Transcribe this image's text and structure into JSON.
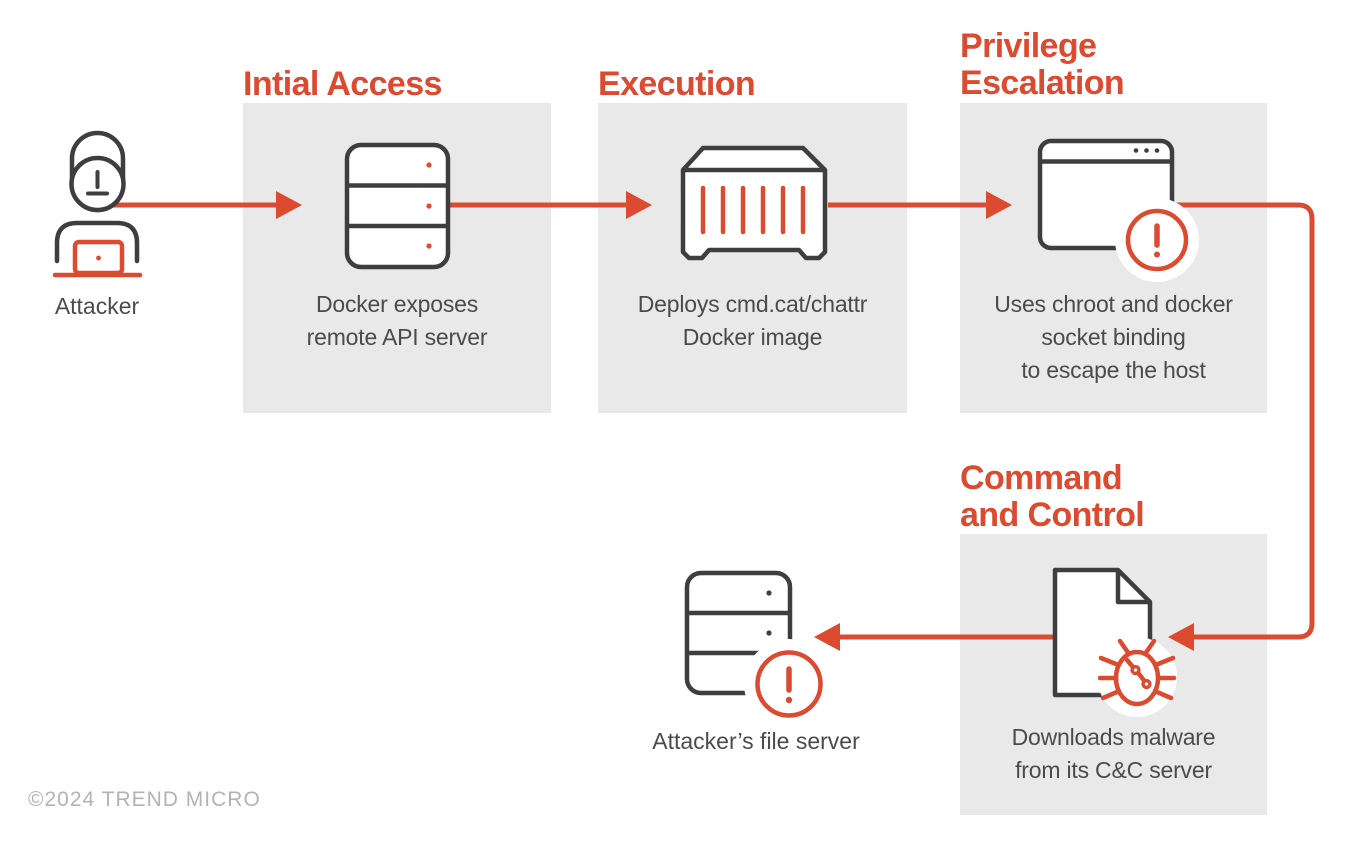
{
  "diagram": {
    "attacker": {
      "label": "Attacker",
      "icon": "hooded-person-laptop-icon"
    },
    "steps": [
      {
        "id": "initial-access",
        "heading_lines": [
          "Intial Access"
        ],
        "description_lines": [
          "Docker exposes",
          "remote API server"
        ],
        "icon": "server-icon"
      },
      {
        "id": "execution",
        "heading_lines": [
          "Execution"
        ],
        "description_lines": [
          "Deploys cmd.cat/chattr",
          "Docker image"
        ],
        "icon": "shipping-container-icon"
      },
      {
        "id": "privilege-escalation",
        "heading_lines": [
          "Privilege",
          "Escalation"
        ],
        "description_lines": [
          "Uses chroot and docker",
          "socket binding",
          "to escape the host"
        ],
        "icon": "browser-window-alert-icon"
      },
      {
        "id": "command-and-control",
        "heading_lines": [
          "Command",
          "and Control"
        ],
        "description_lines": [
          "Downloads malware",
          "from its C&C server"
        ],
        "icon": "document-bug-icon"
      }
    ],
    "file_server": {
      "label": "Attacker’s file server",
      "icon": "server-alert-icon"
    },
    "copyright": "©2024 TREND MICRO",
    "colors": {
      "accent_red": "#DC4A30",
      "icon_stroke": "#3E3E40",
      "body_text": "#4B4B4D",
      "step_box_bg": "#E9E9E9",
      "copyright_text": "#B3B3B4",
      "background": "#FFFFFF"
    }
  }
}
